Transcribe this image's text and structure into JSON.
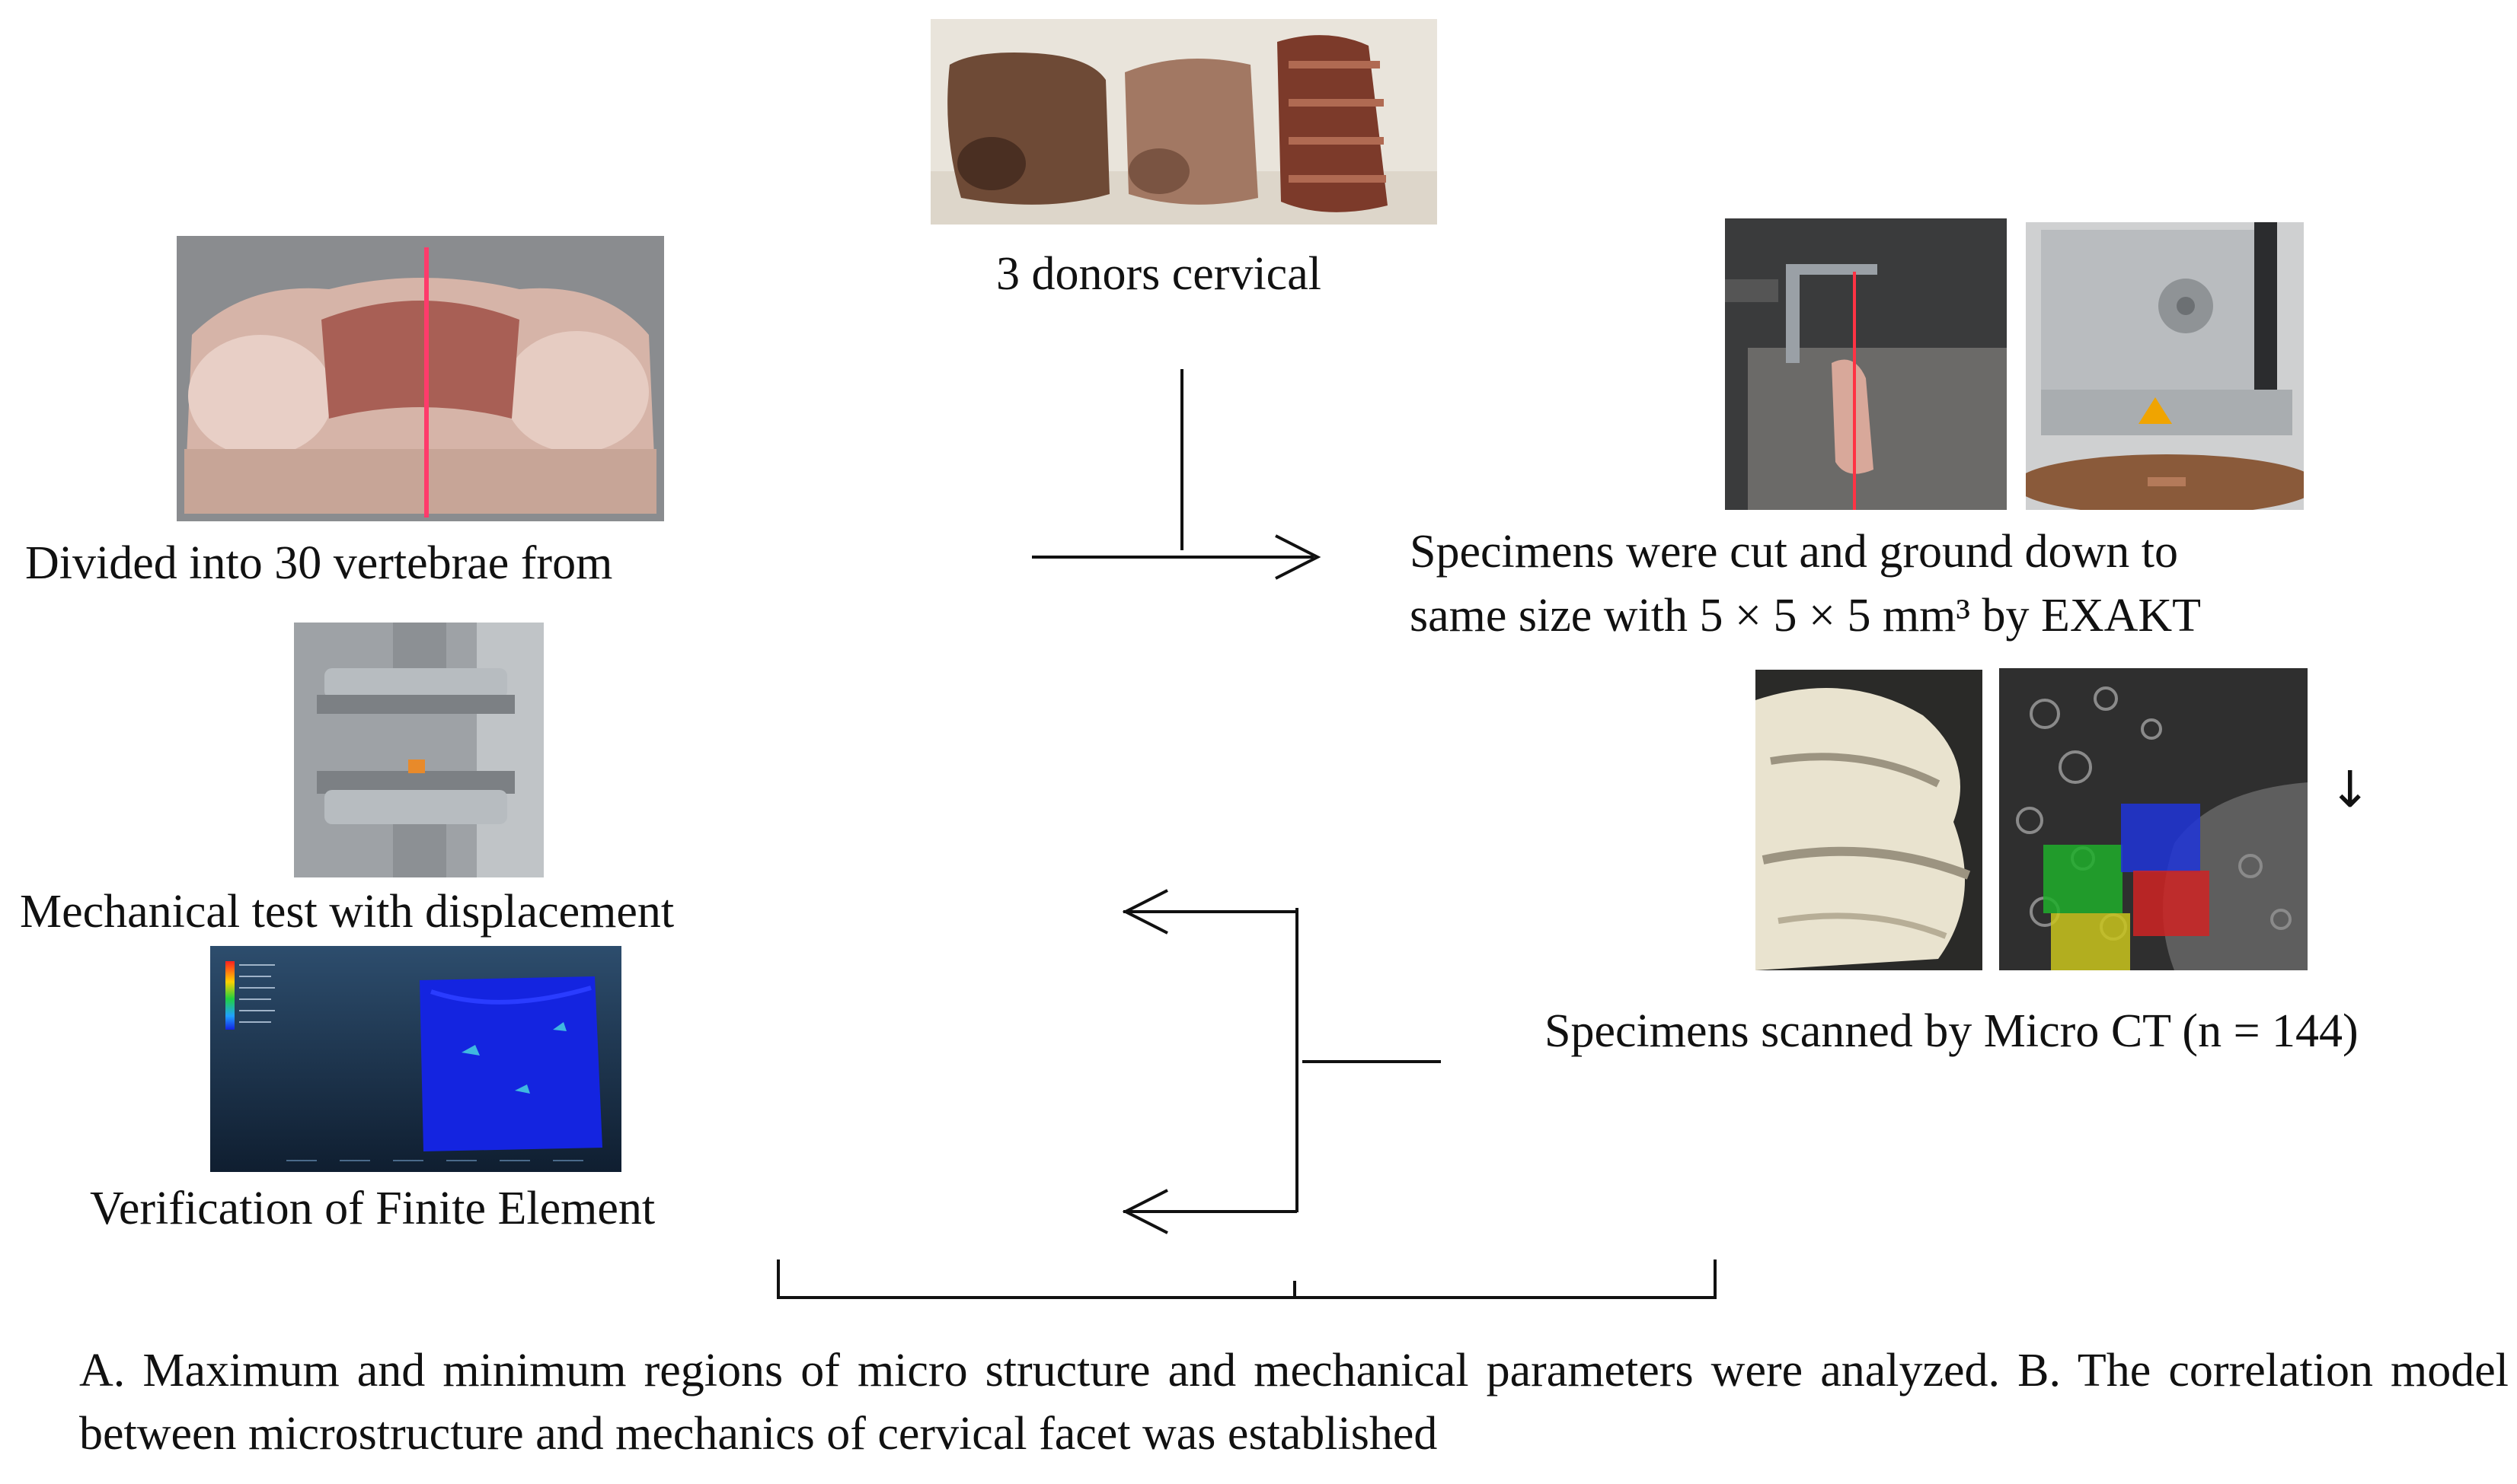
{
  "steps": {
    "donors": "3 donors cervical",
    "divided": "Divided into 30 vertebrae from",
    "cut_line1": "Specimens were cut and ground down to",
    "cut_line2": "same size with 5 × 5 × 5 mm³ by EXAKT",
    "mechanical": "Mechanical test with displacement",
    "scanned": "Specimens scanned by Micro CT (n = 144)",
    "fe": "Verification of Finite Element"
  },
  "caption": "A. Maximum and minimum regions of micro structure and mechanical parameters were analyzed. B. The correlation model between microstructure and mechanics of cervical facet was established",
  "small_arrow_glyph": "↓",
  "colors": {
    "line": "#111111",
    "roi_green": "#1fae2a",
    "roi_blue": "#1e34d8",
    "roi_red": "#cf2323",
    "roi_yellow": "#c9c41c",
    "fe_blue": "#1424e0"
  }
}
